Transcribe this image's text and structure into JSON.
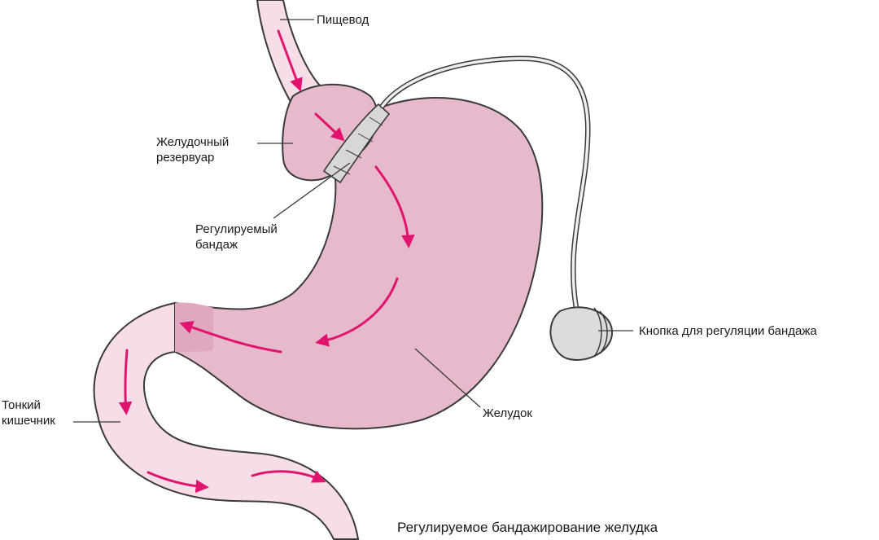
{
  "title": "Регулируемое бандажирование желудка",
  "colors": {
    "organ_fill": "#e6b9cd",
    "organ_dark": "#dfa8c0",
    "intestine_fill": "#f6dde7",
    "outline": "#3a3a3a",
    "arrow": "#e0146e",
    "band": "#d7d7d7",
    "port": "#dcdcdc"
  },
  "labels": {
    "esophagus": "Пищевод",
    "pouch_line1": "Желудочный",
    "pouch_line2": "резервуар",
    "band_line1": "Регулируемый",
    "band_line2": "бандаж",
    "port": "Кнопка для регуляции бандажа",
    "intestine_line1": "Тонкий",
    "intestine_line2": "кишечник",
    "stomach": "Желудок"
  }
}
